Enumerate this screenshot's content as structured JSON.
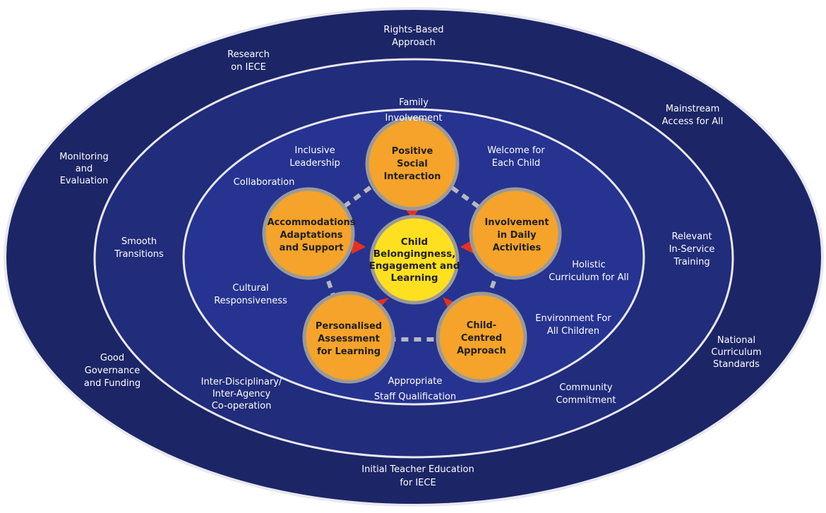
{
  "colors": {
    "outer_ring": "#1c2566",
    "middle_ring": "#212c7a",
    "inner_ring": "#263390",
    "core": "#2d3ba2",
    "ring_outline": "#e8e8f0",
    "node_fill": "#f5a32a",
    "node_stroke": "#9a9a9a",
    "center_fill": "#ffe020",
    "arrow": "#e8301e",
    "dash": "#b8b8c0",
    "text": "#ffffff"
  },
  "outer_ring_labels": [
    {
      "lines": [
        "Rights-Based",
        "Approach"
      ]
    },
    {
      "lines": [
        "Research",
        "on IECE"
      ]
    },
    {
      "lines": [
        "Mainstream",
        "Access for All"
      ]
    },
    {
      "lines": [
        "Monitoring",
        "and",
        "Evaluation"
      ]
    },
    {
      "lines": [
        "Relevant",
        "In-Service",
        "Training"
      ]
    },
    {
      "lines": [
        "National",
        "Curriculum",
        "Standards"
      ]
    },
    {
      "lines": [
        "Good",
        "Governance",
        "and Funding"
      ]
    },
    {
      "lines": [
        "Initial Teacher Education",
        "for IECE"
      ]
    }
  ],
  "middle_ring_labels": [
    {
      "lines": [
        "Family",
        "Involvement"
      ]
    },
    {
      "lines": [
        "Smooth",
        "Transitions"
      ]
    },
    {
      "lines": [
        "Inter-Disciplinary/",
        "Inter-Agency",
        "Co-operation"
      ]
    },
    {
      "lines": [
        "Community",
        "Commitment"
      ]
    }
  ],
  "inner_ring_labels": [
    {
      "lines": [
        "Inclusive",
        "Leadership"
      ]
    },
    {
      "lines": [
        "Welcome for",
        "Each Child"
      ]
    },
    {
      "lines": [
        "Collaboration"
      ]
    },
    {
      "lines": [
        "Holistic",
        "Curriculum for All"
      ]
    },
    {
      "lines": [
        "Cultural",
        "Responsiveness"
      ]
    },
    {
      "lines": [
        "Environment For",
        "All Children"
      ]
    },
    {
      "lines": [
        "Appropriate",
        "Staff Qualification"
      ]
    }
  ],
  "nodes": [
    {
      "lines": [
        "Positive",
        "Social",
        "Interaction"
      ]
    },
    {
      "lines": [
        "Involvement",
        "in Daily",
        "Activities"
      ]
    },
    {
      "lines": [
        "Child-",
        "Centred",
        "Approach"
      ]
    },
    {
      "lines": [
        "Personalised",
        "Assessment",
        "for Learning"
      ]
    },
    {
      "lines": [
        "Accommodations",
        "Adaptations",
        "and Support"
      ]
    }
  ],
  "center": {
    "lines": [
      "Child",
      "Belongingness,",
      "Engagement and",
      "Learning"
    ]
  }
}
